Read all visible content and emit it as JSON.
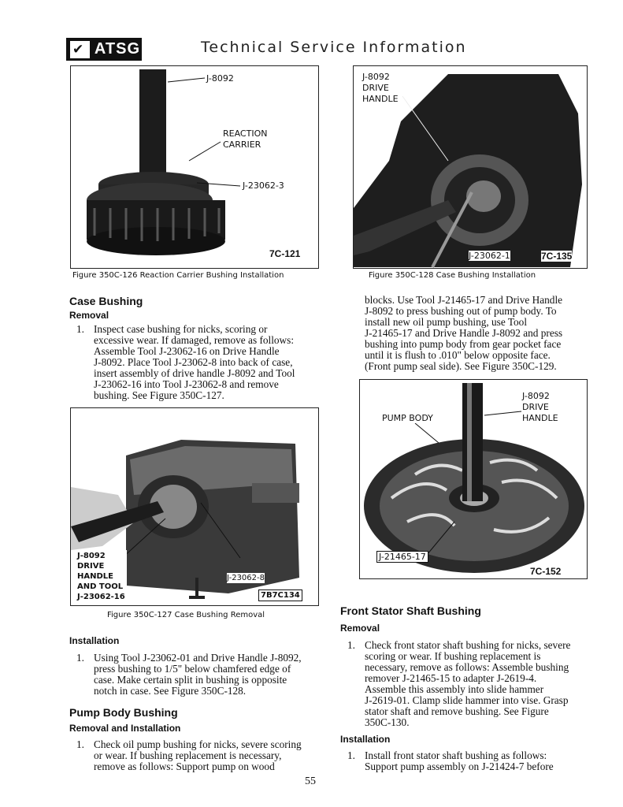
{
  "header": {
    "logo_text": "ATSG",
    "title": "Technical Service Information"
  },
  "figures": {
    "f126": {
      "labels": {
        "tool_handle": "J-8092",
        "carrier_1": "REACTION",
        "carrier_2": "CARRIER",
        "tool": "J-23062-3",
        "code": "7C-121"
      },
      "caption": "Figure 350C-126 Reaction Carrier Bushing Installation"
    },
    "f128": {
      "labels": {
        "l1": "J-8092",
        "l2": "DRIVE",
        "l3": "HANDLE",
        "tool": "J-23062-1",
        "code": "7C-135"
      },
      "caption": "Figure 350C-128 Case Bushing Installation"
    },
    "f127": {
      "labels": {
        "l1": "J-8092",
        "l2": "DRIVE",
        "l3": "HANDLE",
        "l4": "AND TOOL",
        "l5": "J-23062-16",
        "tool": "J-23062-8",
        "code": "7B7C134"
      },
      "caption": "Figure 350C-127 Case Bushing Removal"
    },
    "f129": {
      "labels": {
        "pump_body": "PUMP BODY",
        "l1": "J-8092",
        "l2": "DRIVE",
        "l3": "HANDLE",
        "tool": "J-21465-17",
        "code": "7C-152"
      }
    }
  },
  "case_bushing": {
    "title": "Case Bushing",
    "removal": "Removal",
    "removal_num": "1.",
    "removal_lines": [
      "Inspect case bushing for nicks, scoring or",
      "excessive wear. If damaged, remove as follows:",
      "Assemble Tool J-23062-16 on Drive Handle",
      "J-8092. Place Tool J-23062-8 into back of case,",
      "insert assembly of drive handle J-8092 and Tool",
      "J-23062-16 into Tool J-23062-8 and remove",
      "bushing. See Figure 350C-127."
    ],
    "installation": "Installation",
    "install_num": "1.",
    "install_lines": [
      "Using Tool J-23062-01 and Drive Handle J-8092,",
      "press bushing to 1/5\" below chamfered edge of",
      "case. Make certain split in bushing is opposite",
      "notch in case. See Figure 350C-128."
    ]
  },
  "pump_bushing": {
    "title": "Pump Body Bushing",
    "sub": "Removal and Installation",
    "num": "1.",
    "lines": [
      "Check oil pump bushing for nicks, severe scoring",
      "or wear. If bushing replacement is necessary,",
      "remove as follows: Support pump on wood"
    ],
    "cont_lines": [
      "blocks. Use Tool J-21465-17 and Drive Handle",
      "J-8092 to press bushing out of pump body. To",
      "install new oil pump bushing, use Tool",
      "J-21465-17 and Drive Handle J-8092 and press",
      "bushing into pump body from gear pocket face",
      "until it is flush to .010\" below opposite face.",
      "(Front pump seal side). See Figure 350C-129."
    ]
  },
  "stator_bushing": {
    "title": "Front Stator Shaft Bushing",
    "removal": "Removal",
    "removal_num": "1.",
    "removal_lines": [
      "Check front stator shaft bushing for nicks, severe",
      "scoring or wear. If bushing replacement is",
      "necessary, remove as follows: Assemble bushing",
      "remover J-21465-15 to adapter J-2619-4.",
      "Assemble this assembly into slide hammer",
      "J-2619-01. Clamp slide hammer into vise. Grasp",
      "stator shaft and remove bushing. See Figure",
      "350C-130."
    ],
    "installation": "Installation",
    "install_num": "1.",
    "install_lines": [
      "Install front stator shaft bushing as follows:",
      "Support pump assembly on J-21424-7 before"
    ]
  },
  "page_number": "55"
}
